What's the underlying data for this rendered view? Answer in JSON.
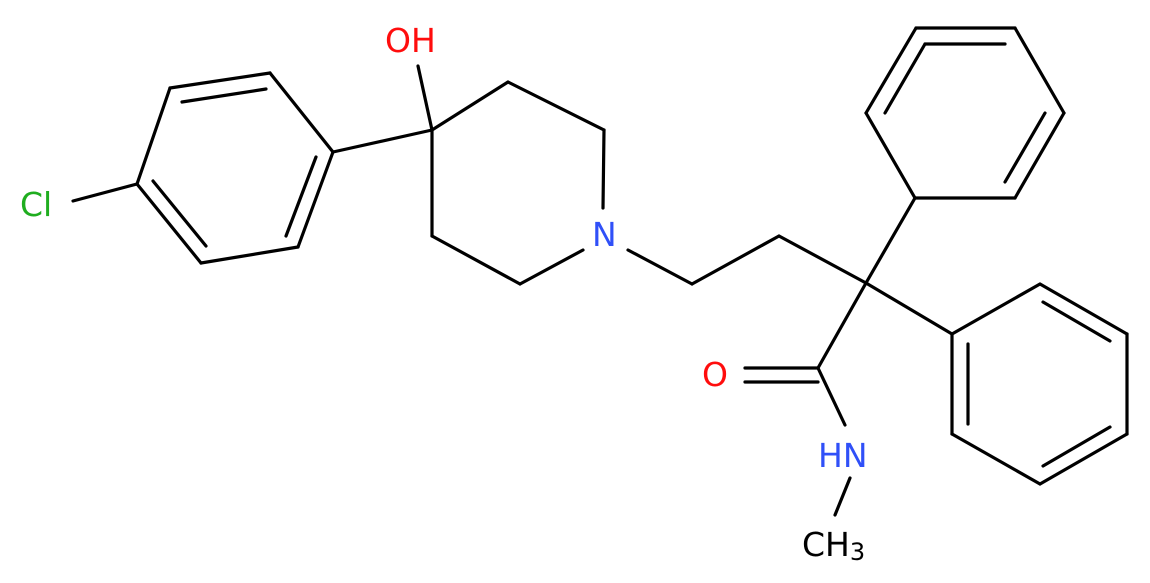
{
  "colors": {
    "bond": "#000000",
    "chlorine": "#1fad1f",
    "oxygen": "#ff0d0d",
    "nitrogen": "#3050f8",
    "carbon_label": "#000000"
  },
  "atoms": {
    "chlorine": "Cl",
    "hydroxyl": "OH",
    "piperidine_nitrogen": "N",
    "carbonyl_oxygen": "O",
    "amide_nh": "HN",
    "methyl_main": "CH",
    "methyl_subscript": "3"
  }
}
